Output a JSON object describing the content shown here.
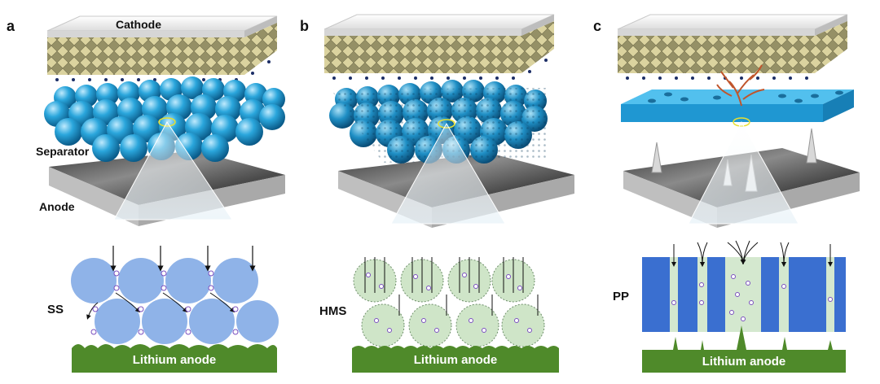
{
  "panels": [
    {
      "letter": "a",
      "top_label": "Cathode",
      "layer_label": "Separator",
      "bottom_label": "Anode",
      "schematic_label": "SS",
      "anode_label": "Lithium anode"
    },
    {
      "letter": "b",
      "schematic_label": "HMS",
      "anode_label": "Lithium anode"
    },
    {
      "letter": "c",
      "schematic_label": "PP",
      "anode_label": "Lithium anode"
    }
  ],
  "colors": {
    "sphere_blue": "#29a9de",
    "sphere_schematic": "#8fb3e8",
    "hollow_sphere": "#cfe5c8",
    "pp_block": "#3a6fd0",
    "pp_channel": "#d4e8cf",
    "anode_green": "#4f8a2a",
    "dendrite": "#c0552c",
    "cathode_crystal": "#cfc790"
  }
}
